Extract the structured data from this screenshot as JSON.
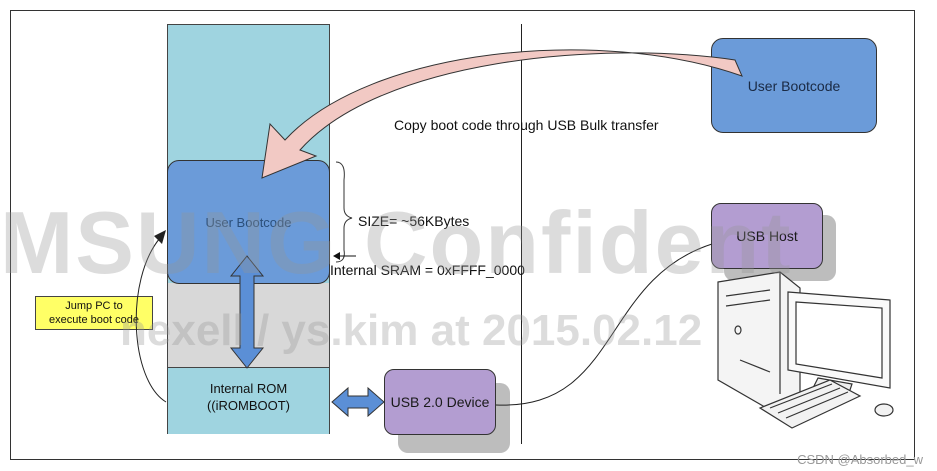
{
  "diagram": {
    "user_bootcode_left": "User Bootcode",
    "user_bootcode_right": "User Bootcode",
    "copy_label": "Copy boot code through USB Bulk transfer",
    "size_label": "SIZE= ~56KBytes",
    "sram_label": "Internal SRAM = 0xFFFF_0000",
    "usb_host": "USB Host",
    "usb_device": "USB 2.0 Device",
    "rom_line1": "Internal ROM",
    "rom_line2": "((iROMBOOT)",
    "jump_note_line1": "Jump PC to",
    "jump_note_line2": "execute boot code"
  },
  "watermark": {
    "line1": "MSUNG Confident",
    "line2": "nexell / ys.kim at 2015.02.12"
  },
  "credit": "CSDN @Absorbed_w",
  "colors": {
    "sram_column": "#9fd4e0",
    "bootcode_box": "#6b9bd9",
    "usb_box": "#b39dd1",
    "copy_arrow": "#f2c9c4",
    "jump_note": "#ffff66",
    "double_arrow": "#5b8fd6"
  }
}
